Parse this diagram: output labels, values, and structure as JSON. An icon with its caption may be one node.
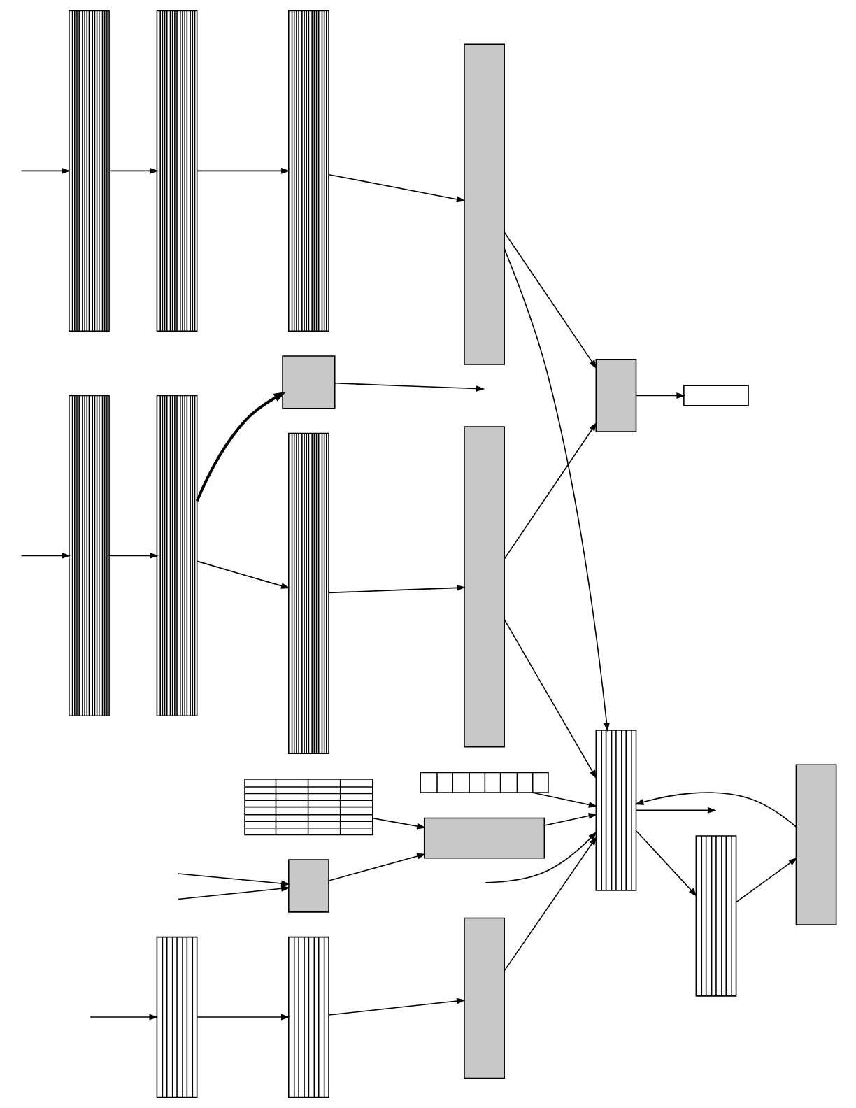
{
  "diagram": {
    "nodes": [
      {
        "text": [],
        "shape": "box"
      },
      {
        "text": [],
        "shape": "box"
      },
      {
        "text": [],
        "shape": "box"
      },
      {
        "text": [],
        "shape": "box"
      },
      {
        "text": [],
        "shape": "box"
      },
      {
        "text": [],
        "shape": "box"
      },
      {
        "text": [],
        "shape": "box"
      },
      {
        "text": [],
        "shape": "box"
      },
      {
        "text": [],
        "shape": "box"
      },
      {
        "text": [],
        "shape": "box"
      },
      {
        "text": [],
        "shape": "box"
      },
      {
        "text": [],
        "shape": "box"
      },
      {
        "text": [],
        "shape": "box"
      },
      {
        "text": [],
        "shape": "box"
      },
      {
        "text": [],
        "shape": "box"
      },
      {
        "text": [],
        "shape": "box"
      },
      {
        "text": [],
        "shape": "box"
      },
      {
        "text": [],
        "shape": "box"
      },
      {
        "text": [],
        "shape": "box"
      },
      {
        "text": [],
        "shape": "box"
      },
      {
        "text": [],
        "shape": "box"
      }
    ],
    "edges": [
      {
        "from": null,
        "to": 0,
        "arrow": "to"
      },
      {
        "from": 0,
        "to": 1,
        "arrow": "to"
      },
      {
        "from": 1,
        "to": 2,
        "arrow": "to"
      },
      {
        "from": 2,
        "to": 3,
        "arrow": "to"
      },
      {
        "from": 1,
        "to": 7,
        "arrow": "to",
        "style": "thick"
      },
      {
        "from": 7,
        "to": null,
        "arrow": "to"
      },
      {
        "from": 4,
        "to": 5,
        "arrow": "to"
      },
      {
        "from": 6,
        "to": 5,
        "arrow": "to"
      },
      {
        "from": null,
        "to": 6,
        "arrow": "to"
      },
      {
        "from": null,
        "to": 6,
        "arrow": "to"
      },
      {
        "from": null,
        "to": 9,
        "arrow": "to"
      },
      {
        "from": 5,
        "to": 9,
        "arrow": "to"
      },
      {
        "from": 3,
        "to": 9,
        "arrow": "to"
      },
      {
        "from": 8,
        "to": 9,
        "arrow": "to"
      },
      {
        "from": 14,
        "to": 9,
        "arrow": "to"
      },
      {
        "from": 11,
        "to": 9,
        "arrow": "to"
      },
      {
        "from": 18,
        "to": 9,
        "arrow": "to"
      },
      {
        "from": 9,
        "to": 10,
        "arrow": "to"
      },
      {
        "from": 10,
        "to": 11,
        "arrow": "to"
      },
      {
        "from": 9,
        "to": null,
        "arrow": "to"
      },
      {
        "from": null,
        "to": 12,
        "arrow": "to"
      },
      {
        "from": 12,
        "to": 13,
        "arrow": "to"
      },
      {
        "from": 13,
        "to": 14,
        "arrow": "to"
      },
      {
        "from": null,
        "to": 15,
        "arrow": "to"
      },
      {
        "from": 15,
        "to": 16,
        "arrow": "to"
      },
      {
        "from": 16,
        "to": 17,
        "arrow": "to"
      },
      {
        "from": 17,
        "to": 18,
        "arrow": "to"
      },
      {
        "from": 3,
        "to": 19,
        "arrow": "to"
      },
      {
        "from": 18,
        "to": 19,
        "arrow": "to"
      },
      {
        "from": 19,
        "to": 20,
        "arrow": "to"
      }
    ]
  }
}
